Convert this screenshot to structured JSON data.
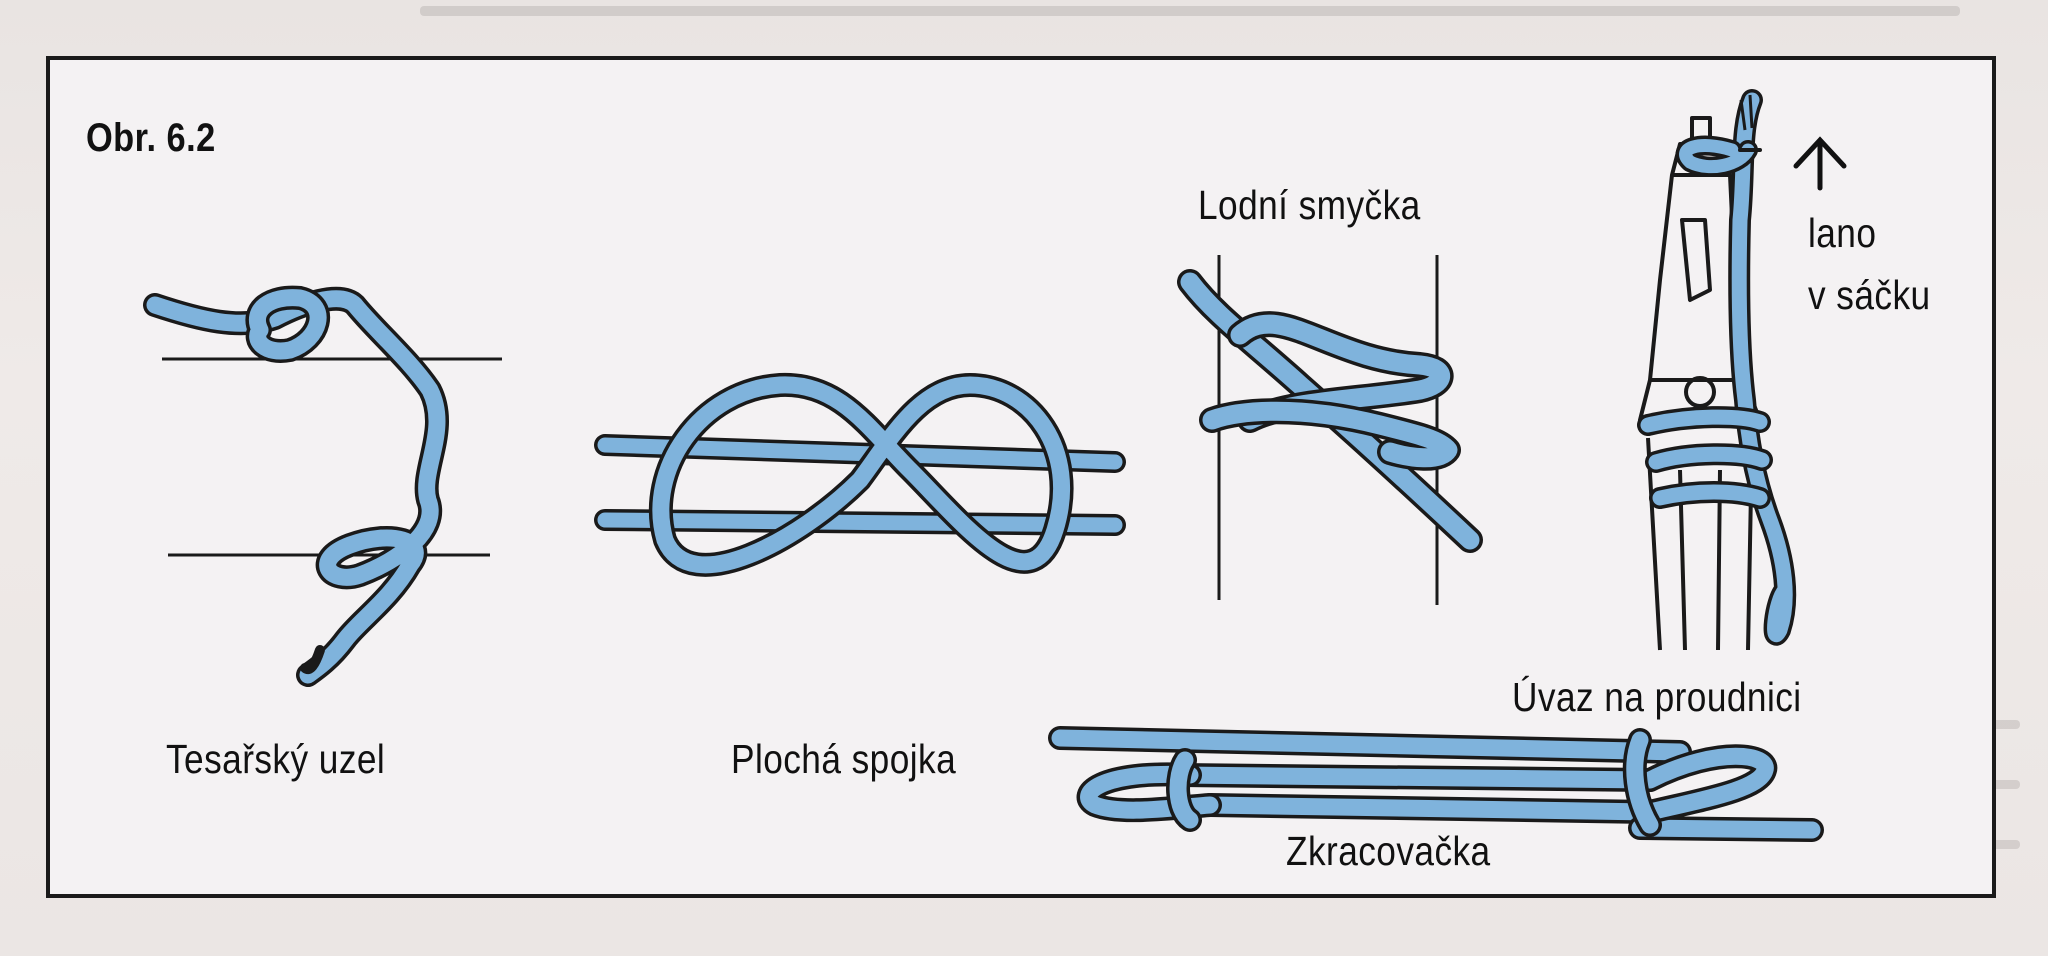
{
  "figure": {
    "label": "Obr. 6.2",
    "rope_color": "#7fb3dc",
    "outline_color": "#1a1a1a"
  },
  "knots": {
    "tesarsky": "Tesařský uzel",
    "plocha": "Plochá spojka",
    "lodni": "Lodní smyčka",
    "zkracovacka": "Zkracovačka",
    "uvaz": "Úvaz na proudnici"
  },
  "annotation": {
    "line1": "lano",
    "line2": "v sáčku",
    "arrow": "up-arrow-icon"
  }
}
